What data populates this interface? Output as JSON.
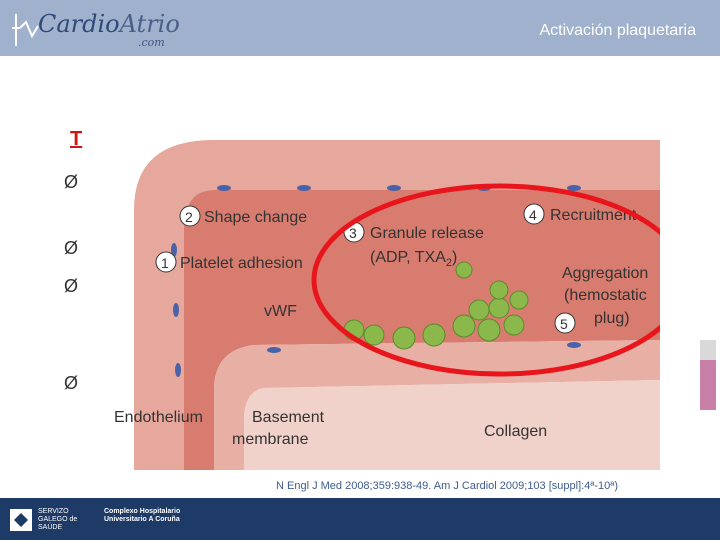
{
  "header": {
    "logo_main": "Cardio",
    "logo_second": "Atrio",
    "logo_com": ".com",
    "title": "Activación plaquetaria"
  },
  "body": {
    "underlined_letter": "T",
    "bullet_glyph": "Ø"
  },
  "diagram": {
    "steps": [
      {
        "num": "1",
        "label": "Platelet adhesion"
      },
      {
        "num": "2",
        "label": "Shape change"
      },
      {
        "num": "3",
        "label": "Granule release",
        "sub": "(ADP, TXA",
        "sub_index": "2",
        "sub_end": ")"
      },
      {
        "num": "4",
        "label": "Recruitment"
      },
      {
        "num": "5",
        "label": "Aggregation",
        "sub1": "(hemostatic",
        "sub2": "plug)"
      }
    ],
    "labels": {
      "vwf": "vWF",
      "endothelium": "Endothelium",
      "basement1": "Basement",
      "basement2": "membrane",
      "collagen": "Collagen"
    },
    "highlight_color": "#e8161c"
  },
  "citation": "N Engl J Med 2008;359:938-49. Am J Cardiol 2009;103 [suppl]:4ª-10ª)",
  "footer": {
    "org1": "SERVIZO GALEGO de SAÚDE",
    "org2": "Complexo Hospitalario Universitario A Coruña"
  }
}
